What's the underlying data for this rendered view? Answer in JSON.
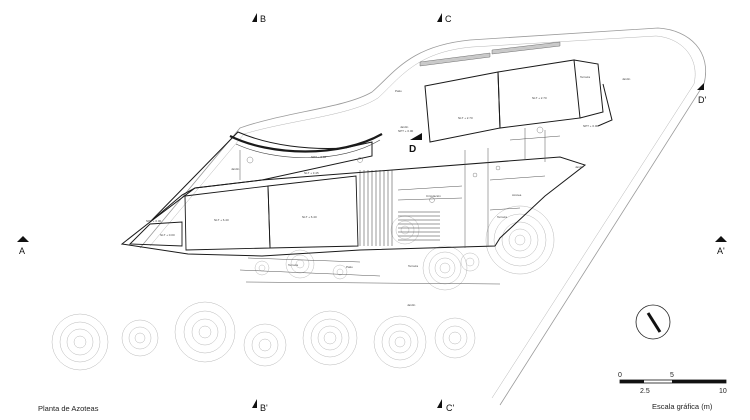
{
  "drawing": {
    "title": "Planta de Azoteas"
  },
  "section_markers": {
    "b_top": "B",
    "c_top": "C",
    "b_bottom": "B'",
    "c_bottom": "C'",
    "a_left": "A",
    "a_right": "A'",
    "d_center": "D",
    "d_right": "D'"
  },
  "scale_bar": {
    "label": "Escala gráfica (m)",
    "ticks": [
      "0",
      "2.5",
      "5",
      "10"
    ]
  },
  "level_labels": {
    "nlt_270_a": "NLT + 2.70",
    "nlt_270_b": "NLT + 2.70",
    "nlt_640_a": "NLT + 6.40",
    "nlt_640_b": "NLT + 6.40",
    "nlt_345": "NLT + 3.45",
    "nlt_000": "NLT + 0.00"
  },
  "small_labels": [
    "Jardín",
    "Terraza",
    "Patio",
    "Jardín",
    "Circulación",
    "Jardín",
    "Terraza",
    "Patio",
    "Jardín",
    "Terraza",
    "Jardín",
    "Terraza",
    "Azotea",
    "NPT + 0.00",
    "NPT + 0.00",
    "NPT + 0.00",
    "NPT + 0.00"
  ],
  "colors": {
    "line": "#1a1a1a",
    "light": "#9a9a9a",
    "fill_dark": "#c9c9c9"
  }
}
